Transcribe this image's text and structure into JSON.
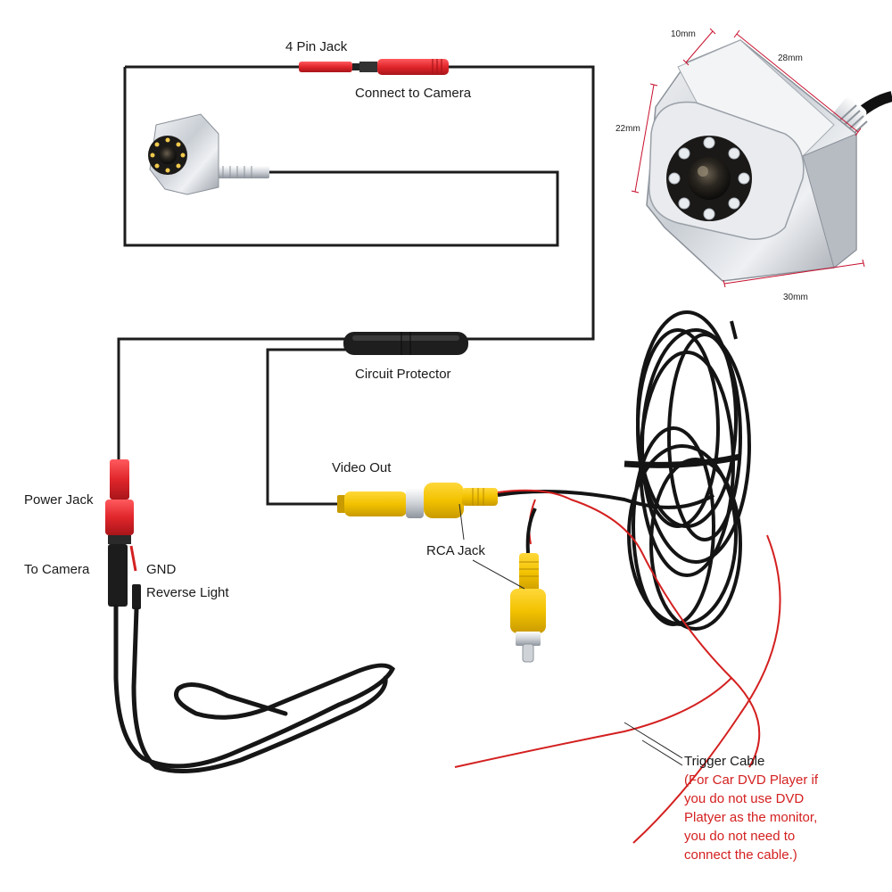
{
  "labels": {
    "four_pin_jack": "4 Pin Jack",
    "connect_to_camera": "Connect to Camera",
    "circuit_protector": "Circuit Protector",
    "video_out": "Video Out",
    "rca_jack": "RCA Jack",
    "power_jack": "Power Jack",
    "to_camera": "To Camera",
    "gnd": "GND",
    "reverse_light": "Reverse Light"
  },
  "dimensions": {
    "top": "10mm",
    "top_right": "28mm",
    "left": "22mm",
    "bottom": "30mm"
  },
  "trigger_note": {
    "title": "Trigger Cable",
    "lines": [
      "(For Car DVD Player if",
      "you do not use DVD",
      "Platyer as the monitor,",
      "you do not need to",
      "connect the cable.)"
    ]
  },
  "colors": {
    "wire": "#1c1c1c",
    "red_wire": "#d42020",
    "rca_yellow": "#f2c200",
    "plug_red": "#e0262b",
    "chrome": "#d9dde2"
  }
}
